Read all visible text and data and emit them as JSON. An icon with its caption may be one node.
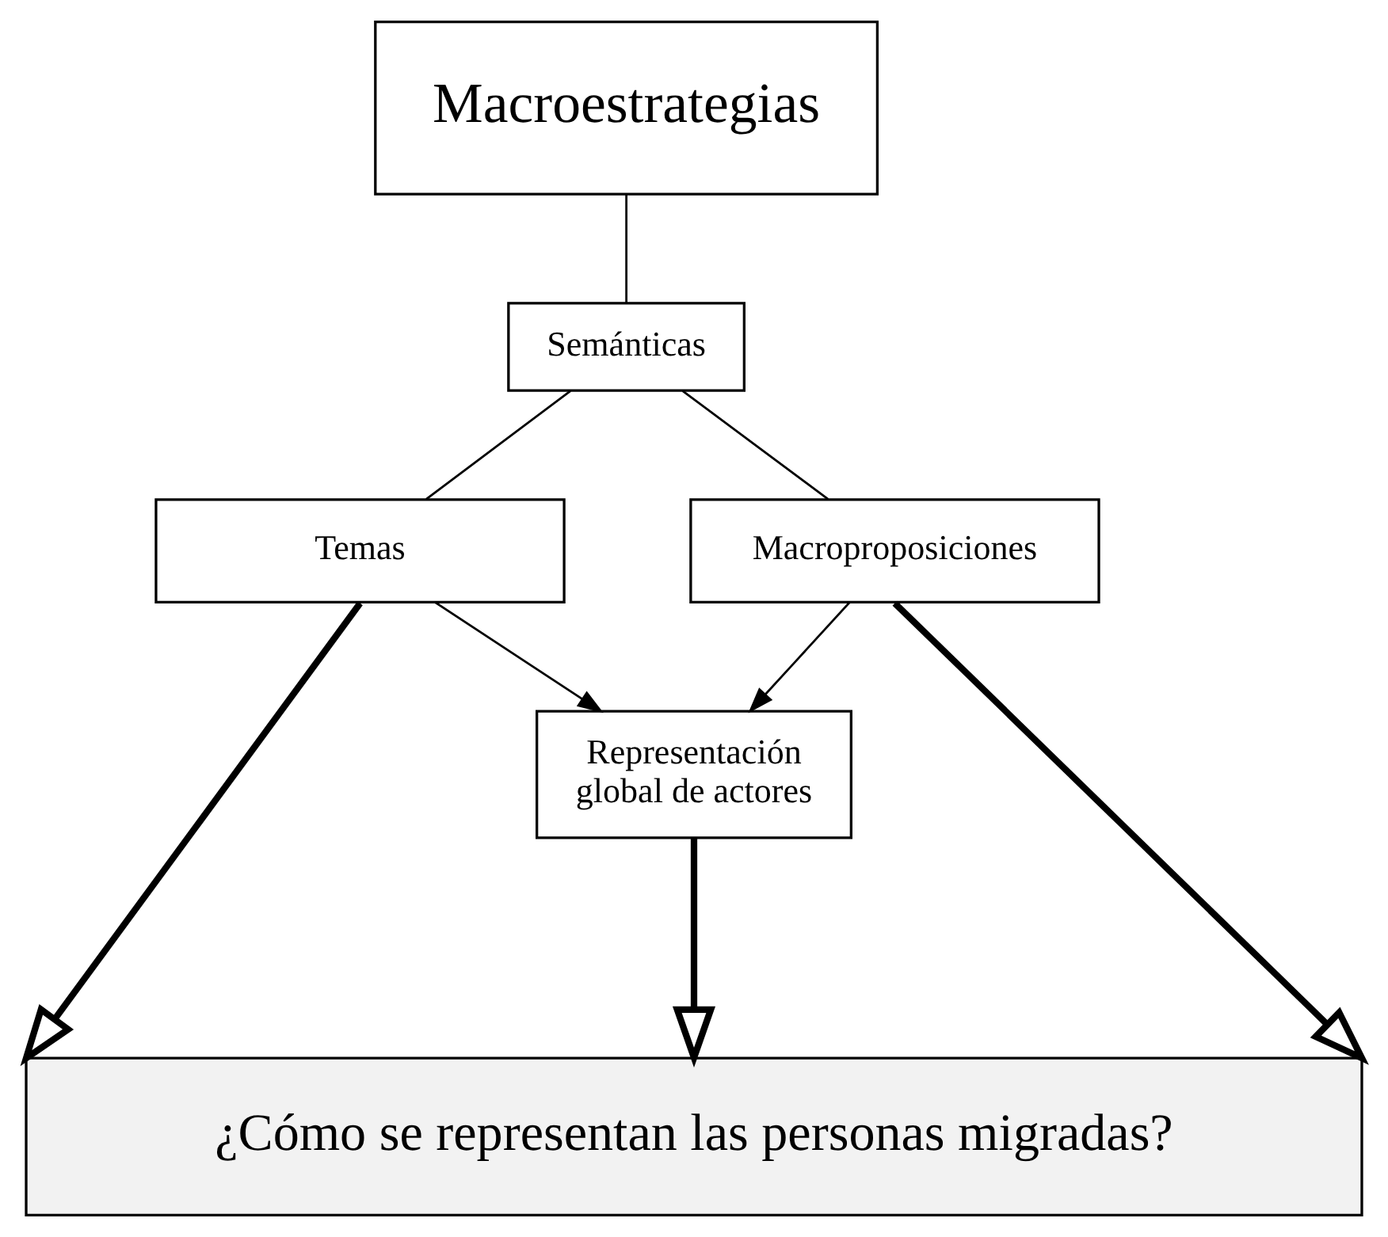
{
  "diagram": {
    "nodes": [
      {
        "text": [
          "Macroestrategias"
        ]
      },
      {
        "text": [
          "Semánticas"
        ]
      },
      {
        "text": [
          "Temas"
        ]
      },
      {
        "text": [
          "Macroproposiciones"
        ]
      },
      {
        "text": [
          "Representación global de actores"
        ]
      },
      {
        "text": [
          "¿Cómo se representan las personas migradas?"
        ]
      }
    ],
    "edges": [
      {
        "from": 0,
        "to": 1,
        "arrow": "none"
      },
      {
        "from": 1,
        "to": 2,
        "arrow": "none"
      },
      {
        "from": 1,
        "to": 3,
        "arrow": "none"
      },
      {
        "from": 2,
        "to": 4,
        "arrow": "to"
      },
      {
        "from": 3,
        "to": 4,
        "arrow": "to"
      },
      {
        "from": 2,
        "to": 5,
        "arrow": "to",
        "style": "thick"
      },
      {
        "from": 4,
        "to": 5,
        "arrow": "to",
        "style": "thick"
      },
      {
        "from": 3,
        "to": 5,
        "arrow": "to",
        "style": "thick"
      }
    ]
  }
}
